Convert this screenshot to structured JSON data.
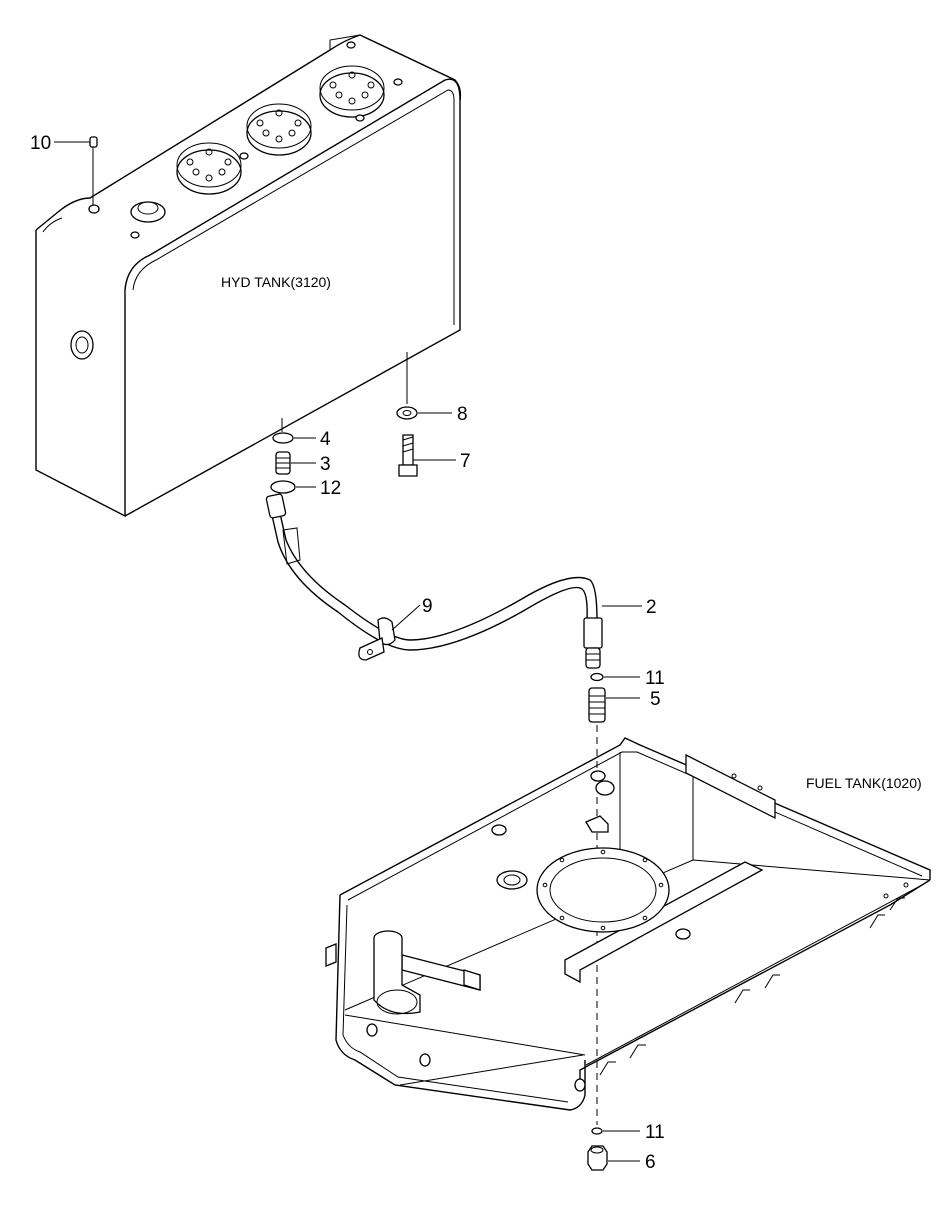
{
  "labels": {
    "hyd_tank": "HYD TANK(3120)",
    "fuel_tank": "FUEL TANK(1020)"
  },
  "callouts": {
    "c10": "10",
    "c8": "8",
    "c4": "4",
    "c3": "3",
    "c7": "7",
    "c12": "12",
    "c9": "9",
    "c2": "2",
    "c11_top": "11",
    "c5": "5",
    "c11_bottom": "11",
    "c6": "6"
  }
}
